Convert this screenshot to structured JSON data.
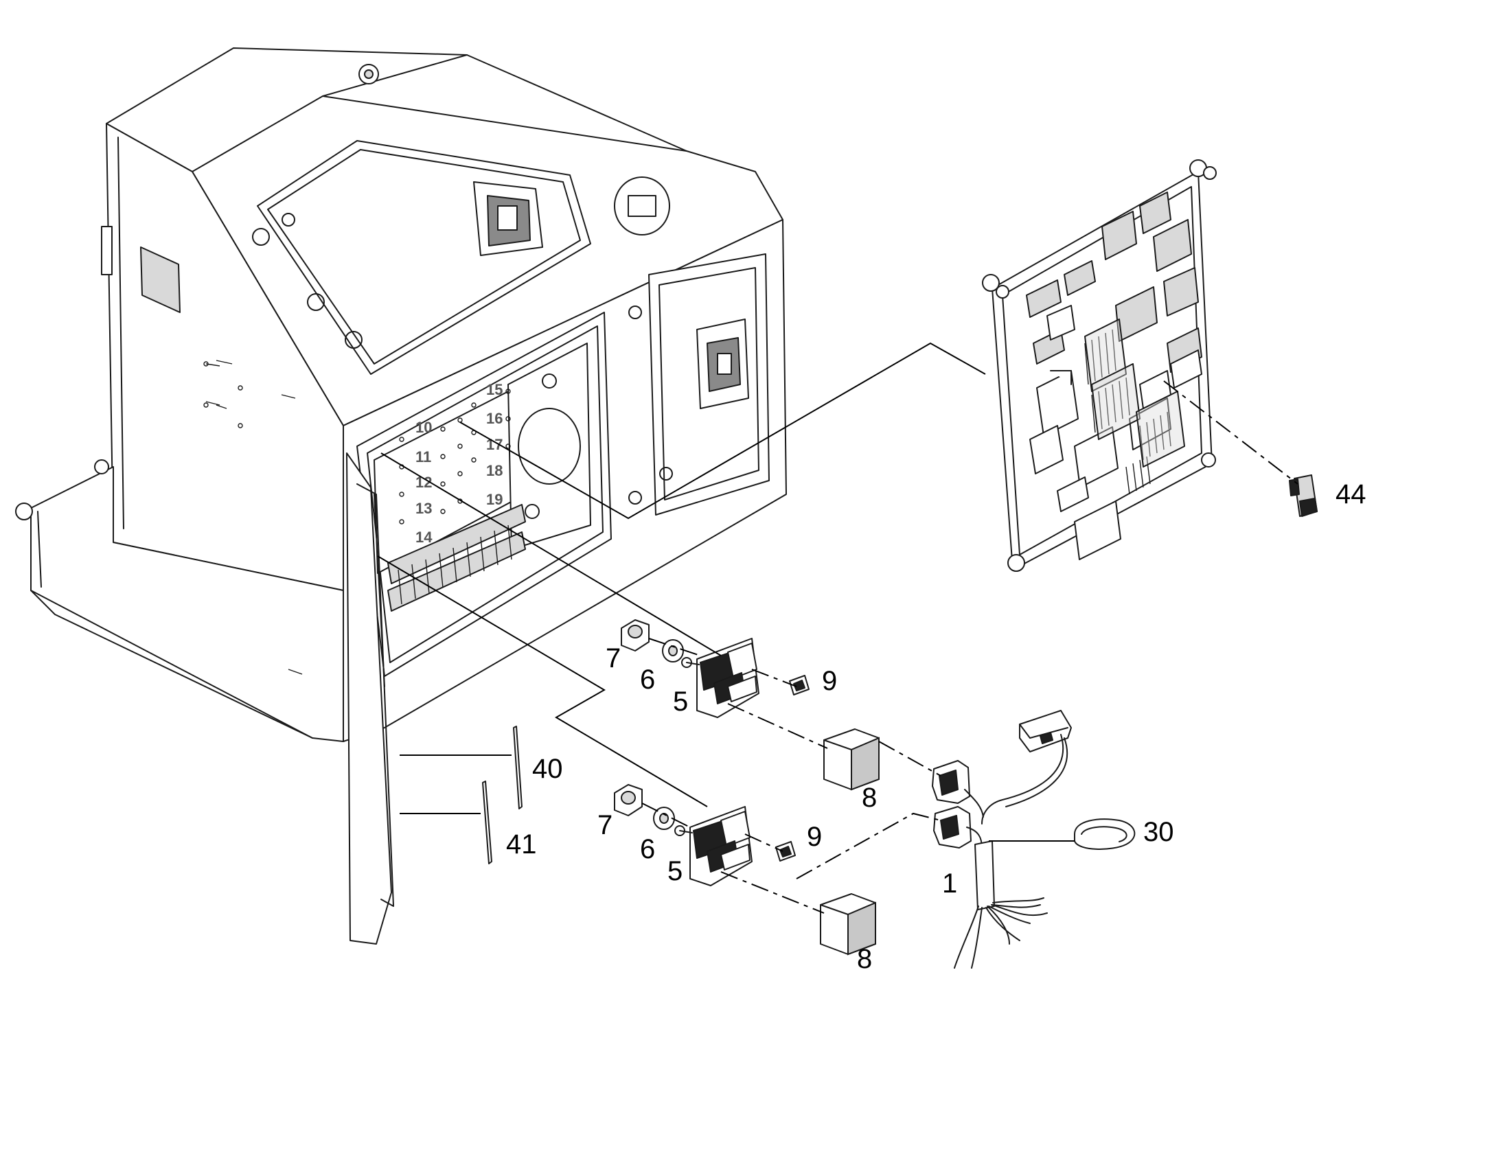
{
  "callouts": {
    "c44": "44",
    "c7a": "7",
    "c6a": "6",
    "c5a": "5",
    "c9a": "9",
    "c8a": "8",
    "c40": "40",
    "c41": "41",
    "c7b": "7",
    "c6b": "6",
    "c5b": "5",
    "c9b": "9",
    "c8b": "8",
    "c30": "30",
    "c1": "1"
  },
  "panel_numbers": [
    "10",
    "11",
    "12",
    "13",
    "14",
    "15",
    "16",
    "17",
    "18",
    "19"
  ],
  "colors": {
    "line": "#1a1a1a",
    "shade": "#d9d9d9",
    "dark": "#1f1f1f",
    "background": "#ffffff"
  }
}
